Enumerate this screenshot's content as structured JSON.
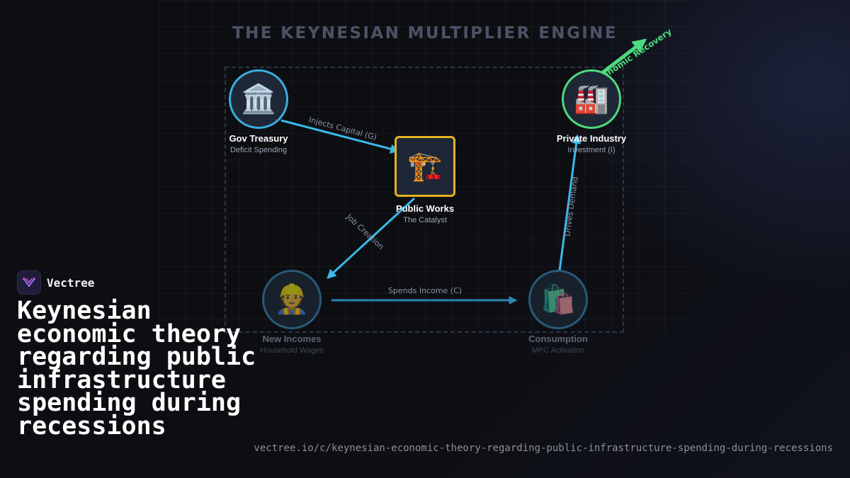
{
  "diagram": {
    "title": "THE KEYNESIAN MULTIPLIER ENGINE",
    "nodes": {
      "treasury": {
        "icon": "classical-building-icon",
        "emoji": "🏛️",
        "name": "Gov Treasury",
        "sub": "Deficit Spending",
        "color": "#3aaee0"
      },
      "public_works": {
        "icon": "construction-crane-icon",
        "emoji": "🏗️",
        "name": "Public Works",
        "sub": "The Catalyst",
        "color": "#e2b31f"
      },
      "industry": {
        "icon": "factory-icon",
        "emoji": "🏭",
        "name": "Private Industry",
        "sub": "Investment (I)",
        "color": "#4cdb7c"
      },
      "incomes": {
        "icon": "construction-worker-icon",
        "emoji": "👷",
        "name": "New Incomes",
        "sub": "Household Wages",
        "color": "#2a7fb0"
      },
      "consumption": {
        "icon": "shopping-bags-icon",
        "emoji": "🛍️",
        "name": "Consumption",
        "sub": "MPC Activation",
        "color": "#2a7fb0"
      }
    },
    "edges": {
      "injects": "Injects Capital (G)",
      "jobs": "Job Creation",
      "spends": "Spends Income (C)",
      "demand": "Drives Demand",
      "recovery": "Economic Recovery"
    },
    "colors": {
      "flow": "#3ab8ea",
      "recovery": "#4cdb7c",
      "highlight": "#e2b31f"
    }
  },
  "brand": {
    "name": "Vectree",
    "logo_icon": "vectree-logo-icon"
  },
  "headline": "Keynesian economic theory regarding public infrastructure spending during recessions",
  "url": "vectree.io/c/keynesian-economic-theory-regarding-public-infrastructure-spending-during-recessions"
}
